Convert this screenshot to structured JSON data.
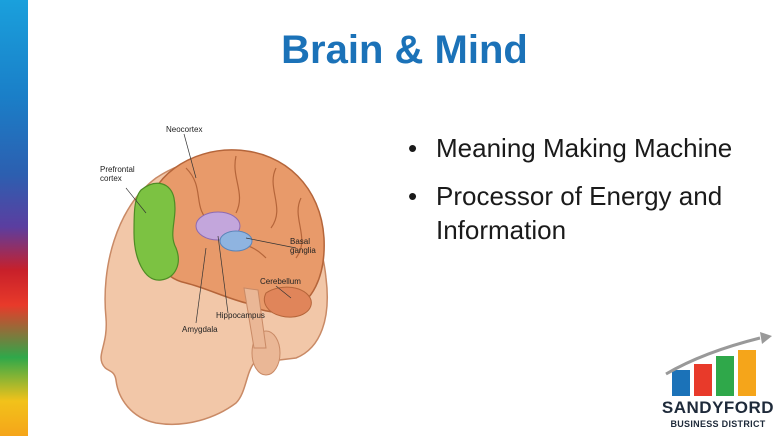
{
  "slide": {
    "title": "Brain & Mind",
    "bullets": [
      "Meaning Making Machine",
      "Processor of Energy and Information"
    ]
  },
  "illustration": {
    "labels": {
      "neocortex": "Neocortex",
      "prefrontal_1": "Prefrontal",
      "prefrontal_2": "cortex",
      "basal_1": "Basal",
      "basal_2": "ganglia",
      "cerebellum": "Cerebellum",
      "hippocampus": "Hippocampus",
      "amygdala": "Amygdala"
    }
  },
  "logo": {
    "name": "SANDYFORD",
    "subtitle": "BUSINESS DISTRICT"
  },
  "colors": {
    "title": "#1b72b8",
    "prefrontal": "#7cc242",
    "brain": "#e89a6a",
    "basal": "#8fb4e0",
    "hippocampus": "#c3a6dc"
  }
}
